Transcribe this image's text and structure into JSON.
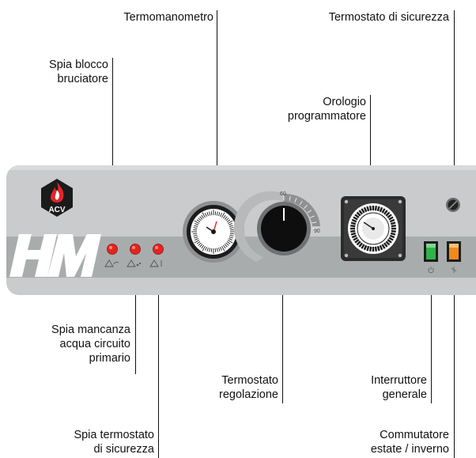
{
  "labels": {
    "termomanometro": "Termomanometro",
    "termostato_sicurezza": "Termostato di sicurezza",
    "spia_blocco": [
      "Spia blocco",
      "bruciatore"
    ],
    "orologio": [
      "Orologio",
      "programmatore"
    ],
    "spia_mancanza": [
      "Spia mancanza",
      "acqua circuito",
      "primario"
    ],
    "termostato_regolazione": [
      "Termostato",
      "regolazione"
    ],
    "interruttore": [
      "Interruttore",
      "generale"
    ],
    "spia_termostato": [
      "Spia termostato",
      "di sicurezza"
    ],
    "commutatore": [
      "Commutatore",
      "estate / inverno"
    ]
  },
  "panel": {
    "brand": "ACV",
    "model": "HM",
    "dial_min": "60",
    "dial_max": "90"
  },
  "colors": {
    "panel": "#c9cbcc",
    "band": "#a9acad",
    "led": "#e8231f",
    "switch_green": "#2fb34a",
    "switch_orange": "#f08a1c",
    "flame": "#e3262a"
  },
  "icons": {
    "logo": "acv-flame-shield",
    "switch_power": "power-icon",
    "switch_season": "sun-snowflake-icon"
  }
}
